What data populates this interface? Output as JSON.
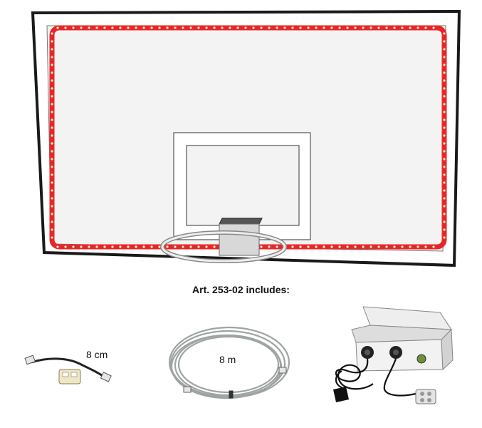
{
  "caption": "Art. 253-02 includes:",
  "items": [
    {
      "label": "8 cm"
    },
    {
      "label": "8 m"
    }
  ],
  "colors": {
    "led_strip": "#e8262a",
    "led_dot": "#fff3c0",
    "board_fill": "#f3f2f2",
    "frame": "#1a1a1a"
  }
}
